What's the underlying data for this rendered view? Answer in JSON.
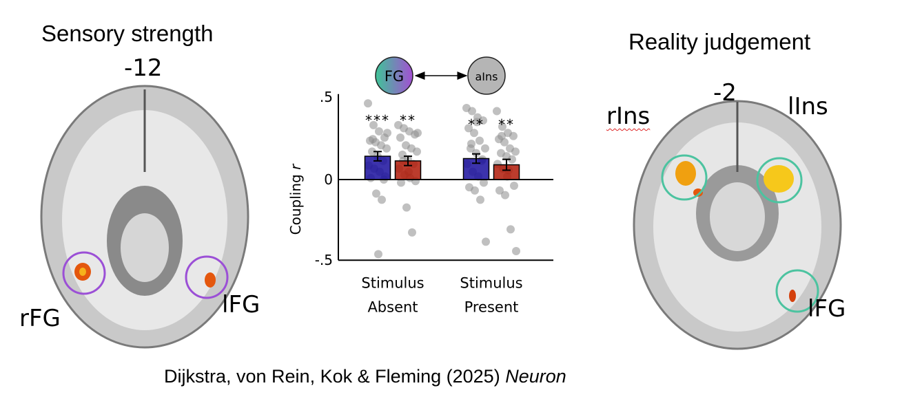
{
  "left_panel": {
    "title": "Sensory strength",
    "slice": "-12",
    "label_right_region": "rFG",
    "label_left_region": "lFG"
  },
  "right_panel": {
    "title": "Reality judgement",
    "slice": "-2",
    "label_rins": "rIns",
    "label_lins": "lIns",
    "label_lfg": "lFG"
  },
  "connectivity": {
    "node_a": "FG",
    "node_b": "aIns"
  },
  "citation": {
    "authors": "Dijkstra, von Rein, Kok & Fleming (2025) ",
    "journal": "Neuron"
  },
  "colors": {
    "blue_bar": "#1a0f9e",
    "red_bar": "#b01a08",
    "purple_circle": "#9b4fd6",
    "green_circle": "#4cc3a0",
    "dots": "#8c8c8c"
  },
  "chart_data": {
    "type": "bar",
    "title": "",
    "xlabel": "",
    "ylabel": "Coupling r",
    "ylim": [
      -0.55,
      0.55
    ],
    "yticks": [
      ".5",
      "0",
      "-.5"
    ],
    "ytick_values": [
      0.5,
      0,
      -0.5
    ],
    "categories": [
      "Stimulus\nAbsent",
      "Stimulus\nPresent"
    ],
    "category_lines": [
      [
        "Stimulus",
        "Absent"
      ],
      [
        "Stimulus",
        "Present"
      ]
    ],
    "series": [
      {
        "name": "blue",
        "color": "#1a0f9e",
        "values": [
          0.15,
          0.135
        ],
        "errors": [
          0.03,
          0.03
        ],
        "significance": [
          "***",
          "**"
        ],
        "points": [
          [
            0.49,
            0.35,
            0.31,
            0.27,
            0.25,
            0.24,
            0.22,
            0.2,
            0.18,
            0.15,
            0.12,
            0.09,
            0.07,
            0.05,
            0.02,
            0.01,
            -0.09,
            -0.13,
            0.3,
            0.26,
            -0.48,
            0.0
          ],
          [
            0.46,
            0.44,
            0.4,
            0.38,
            0.33,
            0.3,
            0.25,
            0.2,
            0.2,
            0.17,
            0.12,
            0.1,
            0.05,
            0.02,
            -0.02,
            -0.05,
            -0.07,
            -0.13,
            -0.4,
            0.23,
            0.37,
            0.13
          ]
        ]
      },
      {
        "name": "red",
        "color": "#b01a08",
        "values": [
          0.12,
          0.095
        ],
        "errors": [
          0.03,
          0.035
        ],
        "significance": [
          "**",
          "**"
        ],
        "points": [
          [
            0.35,
            0.33,
            0.31,
            0.29,
            0.27,
            0.22,
            0.2,
            0.18,
            0.16,
            0.13,
            0.1,
            0.07,
            0.03,
            0.01,
            -0.01,
            -0.02,
            -0.18,
            -0.34,
            0.3,
            0.12,
            0.05
          ],
          [
            0.44,
            0.34,
            0.3,
            0.28,
            0.26,
            0.24,
            0.2,
            0.18,
            0.17,
            0.15,
            0.13,
            0.1,
            0.07,
            0.06,
            -0.04,
            -0.07,
            -0.1,
            -0.32,
            -0.46,
            0.28,
            0.02
          ]
        ]
      }
    ]
  }
}
